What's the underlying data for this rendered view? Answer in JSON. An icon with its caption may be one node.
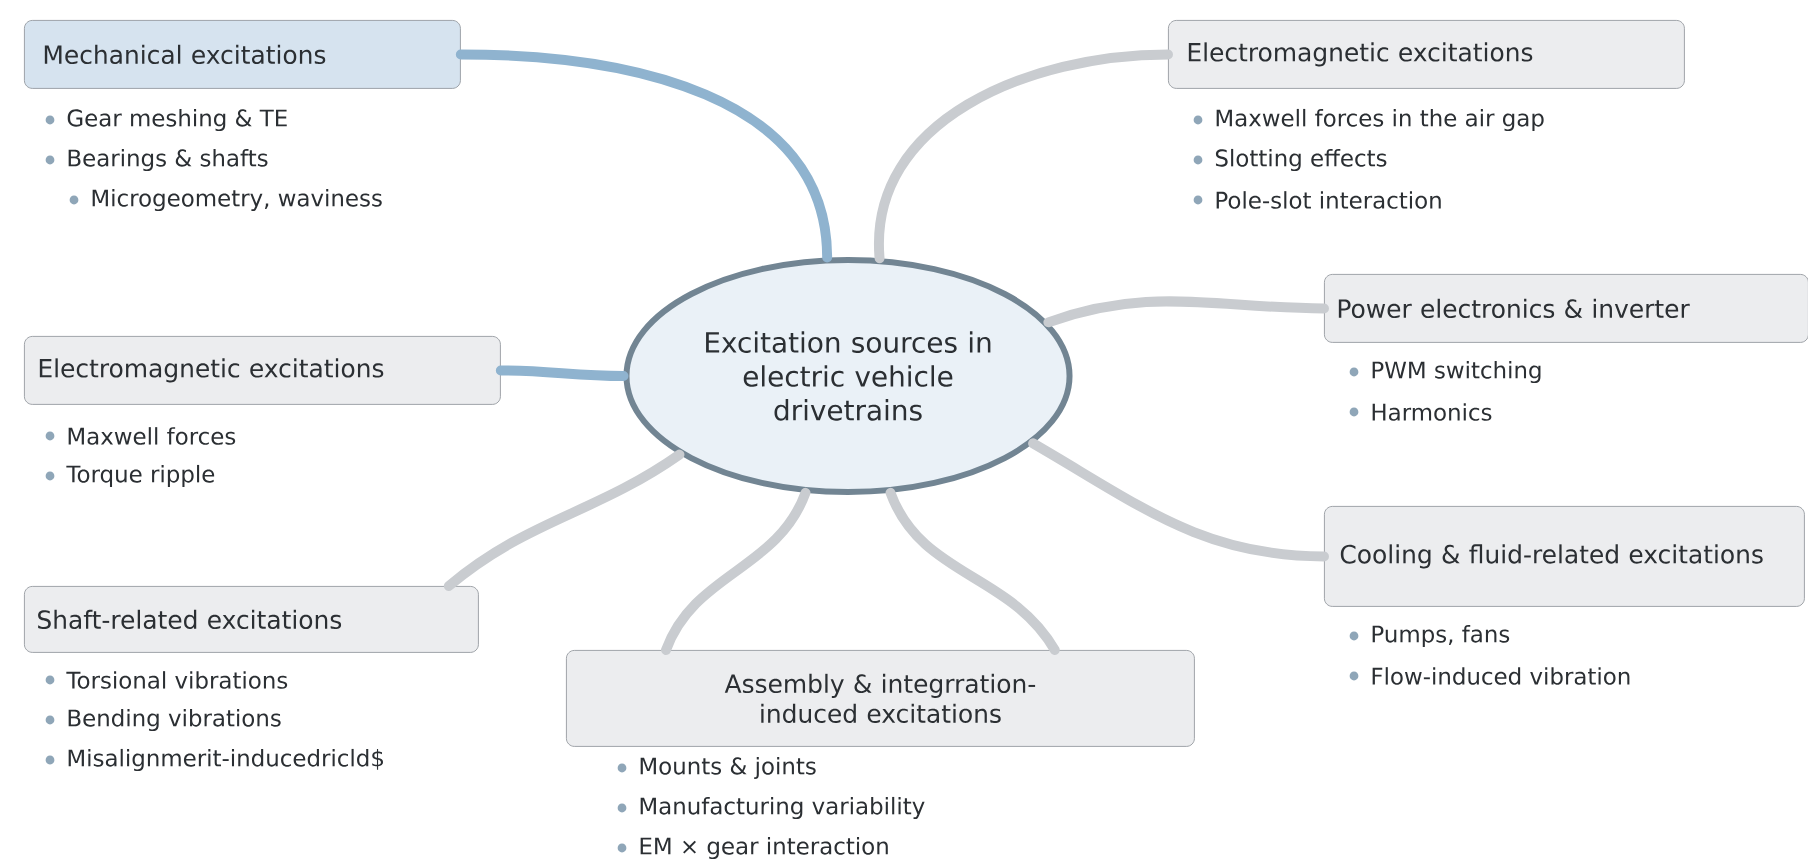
{
  "diagram": {
    "nodes": [
      {
        "text": [
          "Excitation sources in electric vehicle drivetrains"
        ]
      },
      {
        "text": [
          "Mechanical excitations"
        ],
        "beside": [
          "Gear meshing & TE",
          "Bearings & shafts",
          "Microgeometry, waviness"
        ]
      },
      {
        "text": [
          "Electromagnetic excitations"
        ],
        "beside": [
          "Maxwell forces in the air gap",
          "Slotting effects",
          "Pole-slot interaction"
        ]
      },
      {
        "text": [
          "Power electronics & inverter"
        ],
        "beside": [
          "PWM switching",
          "Harmonics"
        ]
      },
      {
        "text": [
          "Electromagnetic excitations"
        ],
        "beside": [
          "Maxwell forces",
          "Torque ripple"
        ]
      },
      {
        "text": [
          "Cooling & fluid-related excitations"
        ],
        "beside": [
          "Pumps, fans",
          "Flow-induced vibration"
        ]
      },
      {
        "text": [
          "Shaft-related excitations"
        ],
        "beside": [
          "Torsional vibrations",
          "Bending vibrations",
          "Misalignmerit-inducedricld$"
        ]
      },
      {
        "text": [
          "Assembly & integrration-induced excitations"
        ],
        "beside": [
          "Mounts & joints",
          "Manufacturing variability",
          "EM × gear interaction"
        ]
      }
    ],
    "edges": [
      {
        "from": 0,
        "to": 1,
        "arrow": "none",
        "color": "#8fb3cf"
      },
      {
        "from": 0,
        "to": 2,
        "arrow": "none"
      },
      {
        "from": 0,
        "to": 3,
        "arrow": "none"
      },
      {
        "from": 0,
        "to": 4,
        "arrow": "none",
        "color": "#8fb3cf"
      },
      {
        "from": 0,
        "to": 5,
        "arrow": "none"
      },
      {
        "from": 0,
        "to": 6,
        "arrow": "none"
      },
      {
        "from": 0,
        "to": 7,
        "arrow": "none"
      },
      {
        "from": 0,
        "to": 7,
        "arrow": "none"
      }
    ]
  }
}
